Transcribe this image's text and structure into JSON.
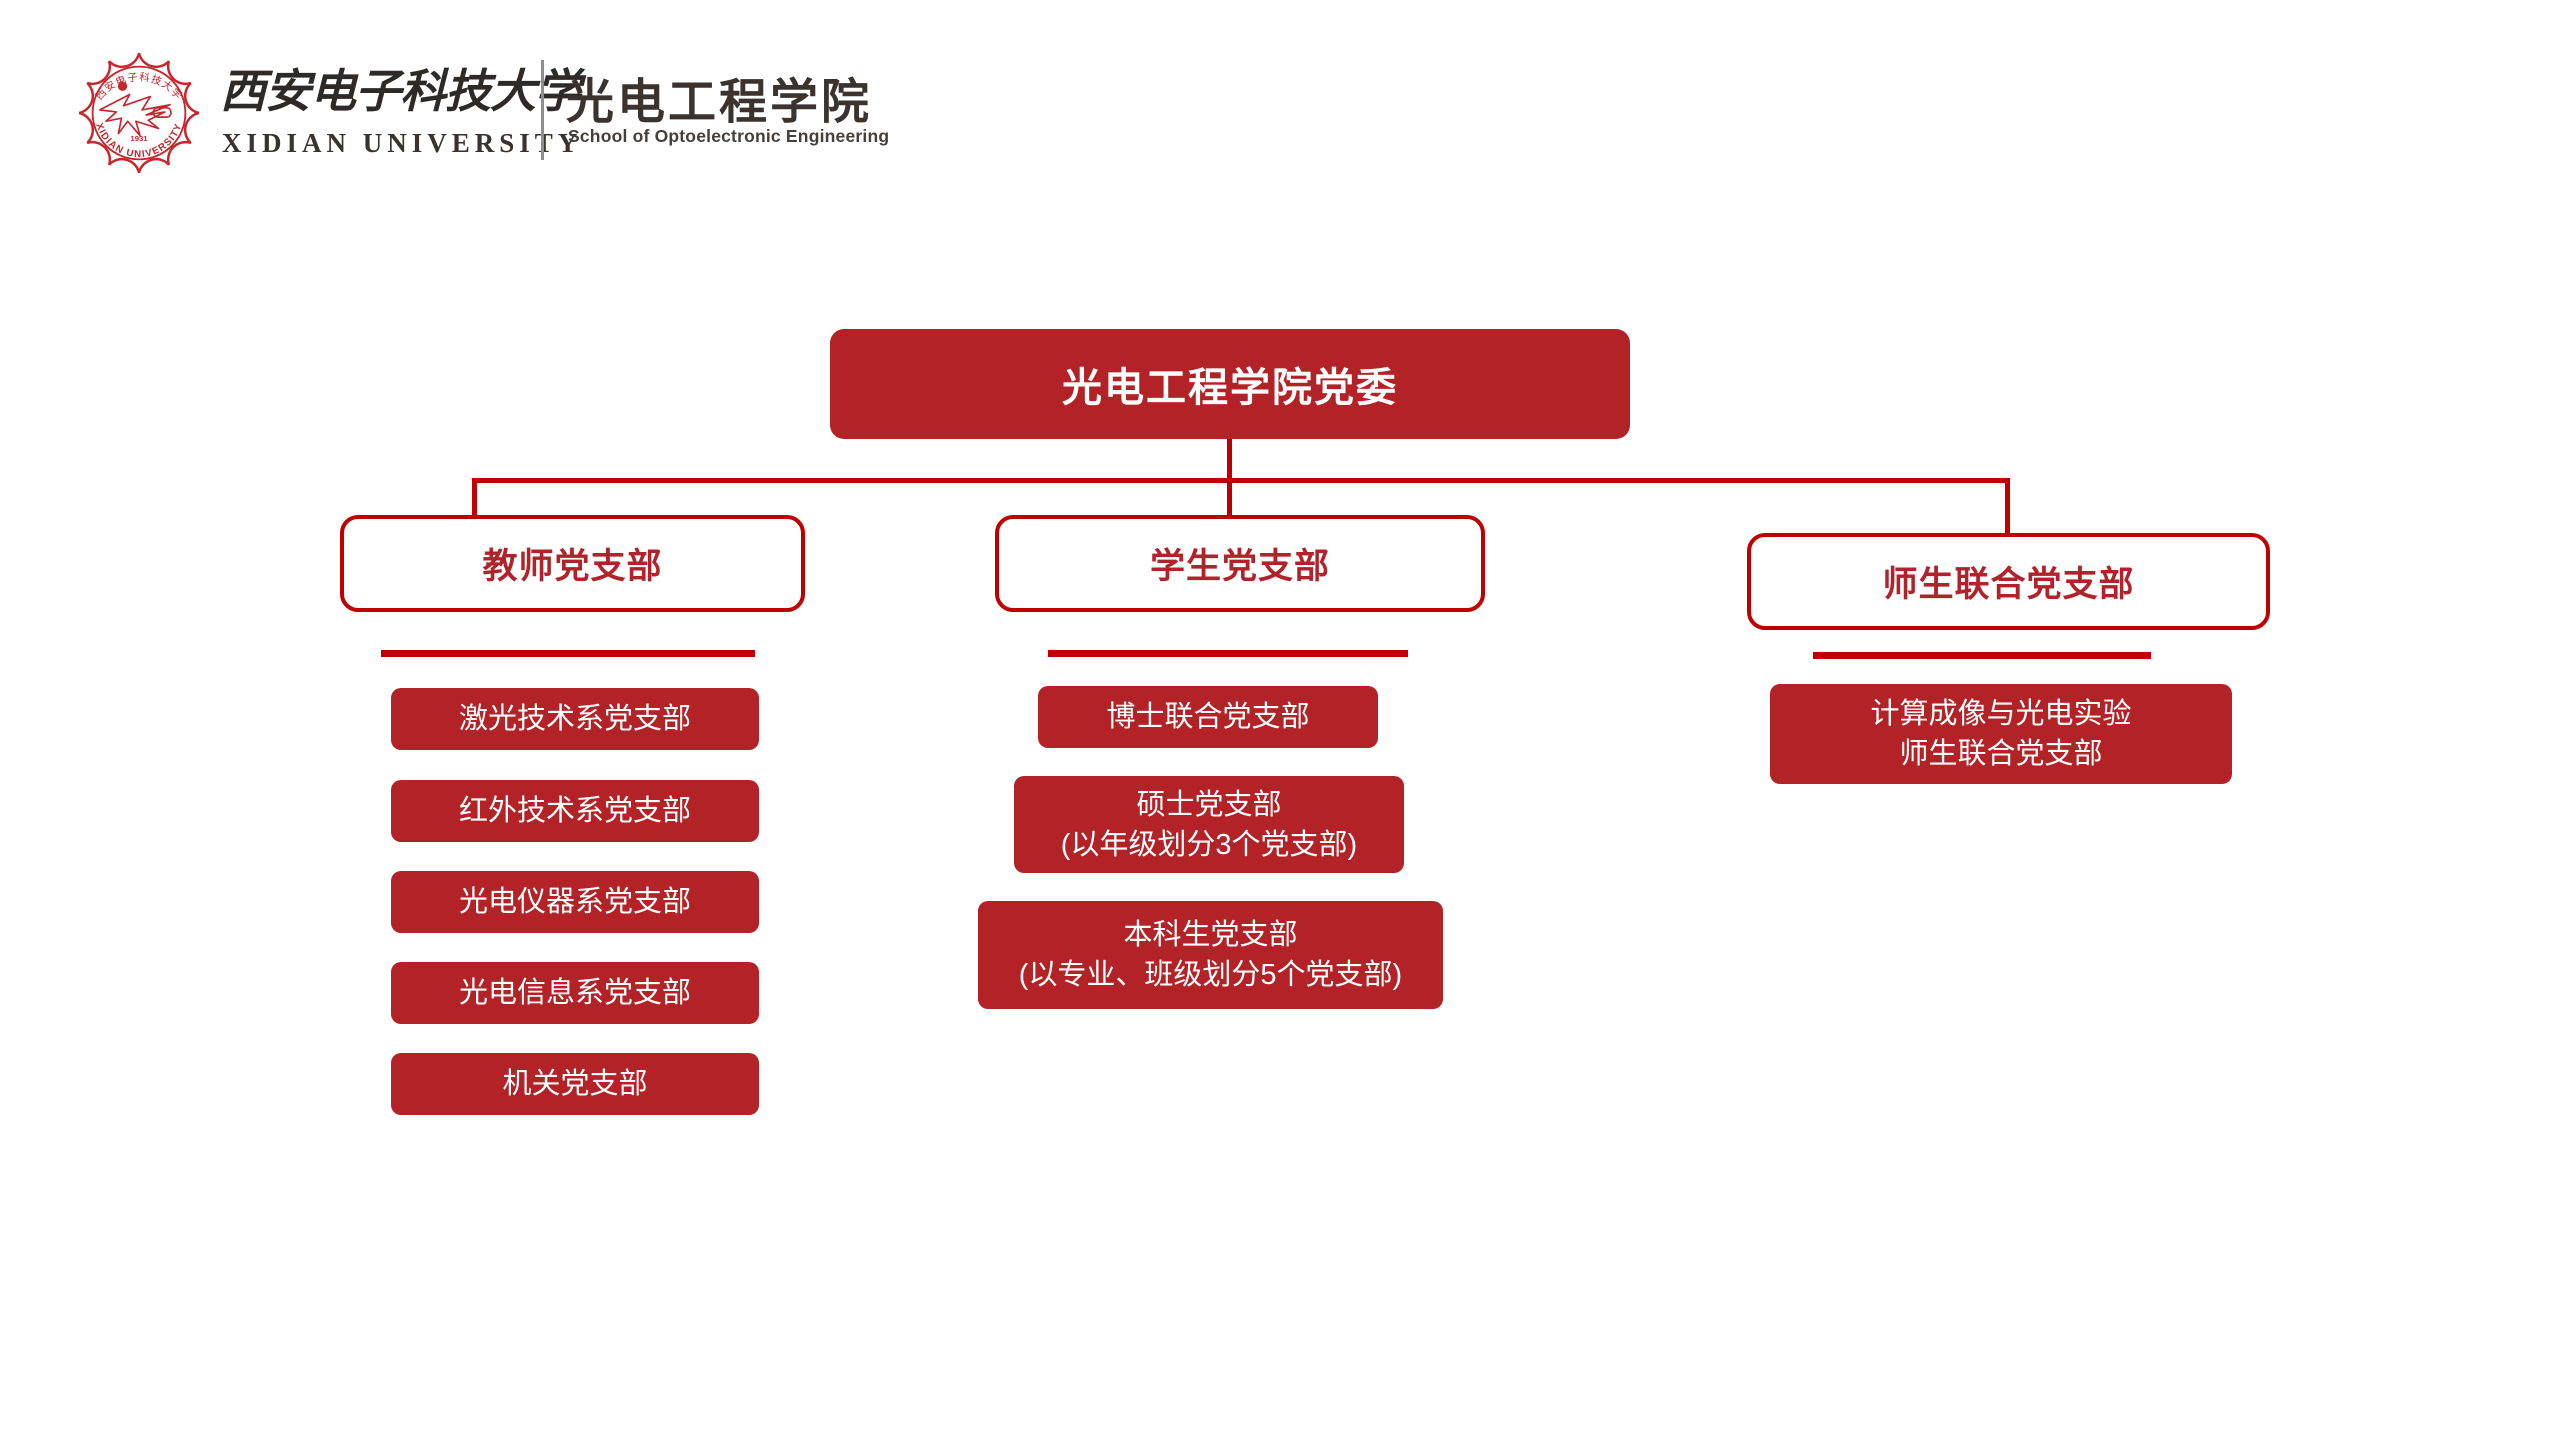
{
  "header": {
    "logo": {
      "seal_text_zh": "西安电子科技大学",
      "seal_year": "1931",
      "seal_text_en": "XIDIAN UNIVERSITY"
    },
    "university_name_zh": "西安电子科技大学",
    "university_name_en": "XIDIAN UNIVERSITY",
    "school_name_zh": "光电工程学院",
    "school_name_en": "School of Optoelectronic Engineering"
  },
  "colors": {
    "box_fill_red": "#b22226",
    "line_red": "#c00000",
    "outline_text_red": "#b1232a",
    "header_dark": "#3a332e"
  },
  "org": {
    "root": "光电工程学院党委",
    "branches": [
      {
        "label": "教师党支部",
        "children": [
          {
            "line1": "激光技术系党支部"
          },
          {
            "line1": "红外技术系党支部"
          },
          {
            "line1": "光电仪器系党支部"
          },
          {
            "line1": "光电信息系党支部"
          },
          {
            "line1": "机关党支部"
          }
        ]
      },
      {
        "label": "学生党支部",
        "children": [
          {
            "line1": "博士联合党支部"
          },
          {
            "line1": "硕士党支部",
            "line2": "(以年级划分3个党支部)"
          },
          {
            "line1": "本科生党支部",
            "line2": "(以专业、班级划分5个党支部)"
          }
        ]
      },
      {
        "label": "师生联合党支部",
        "children": [
          {
            "line1": "计算成像与光电实验",
            "line2": "师生联合党支部"
          }
        ]
      }
    ]
  }
}
